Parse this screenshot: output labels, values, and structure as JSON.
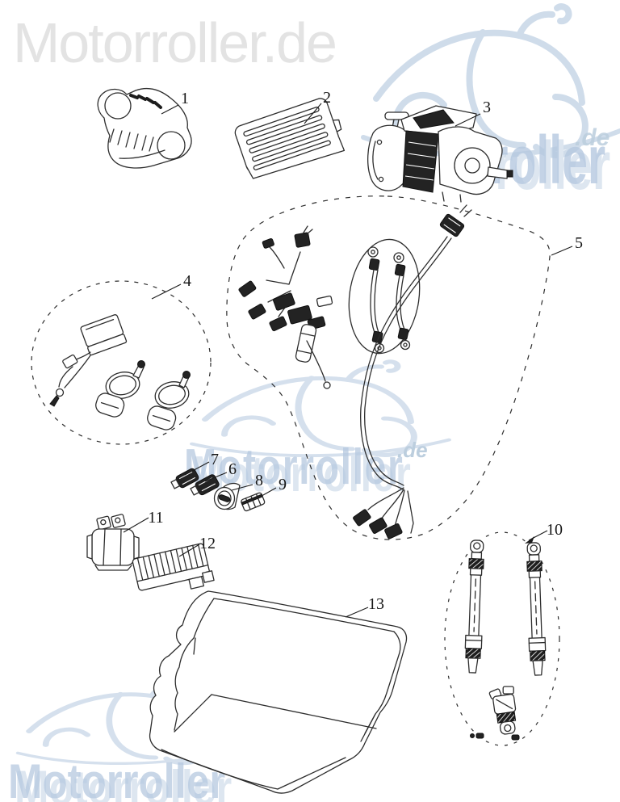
{
  "watermarks": {
    "site": "Motorroller.de",
    "brand": "Motorroller",
    "suffix": ".de",
    "partial": "rroller",
    "gray_color": "#e3e3e3",
    "blue_color": "#b6c9e0"
  },
  "diagram": {
    "line_color": "#2d2d2d",
    "labels": [
      "1",
      "2",
      "3",
      "4",
      "5",
      "6",
      "7",
      "8",
      "9",
      "10",
      "11",
      "12",
      "13"
    ]
  }
}
